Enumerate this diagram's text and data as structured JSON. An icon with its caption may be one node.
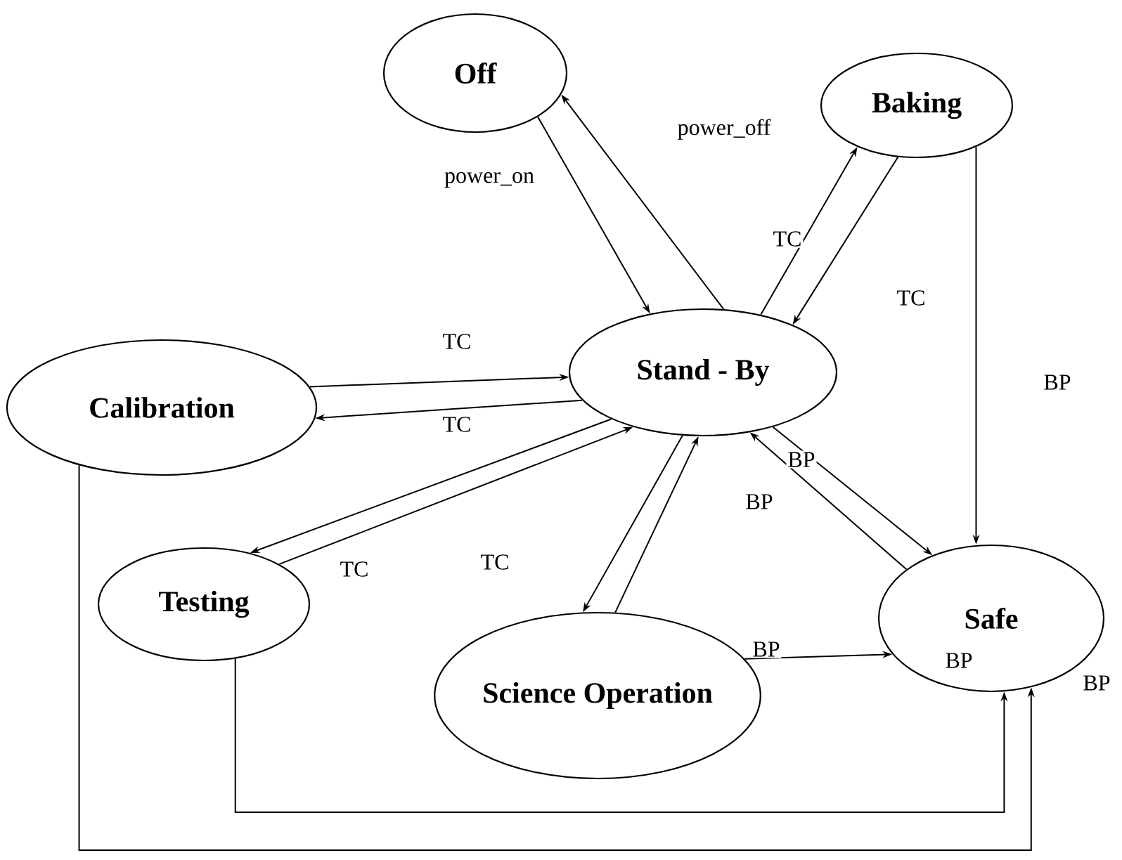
{
  "diagram": {
    "nodes": [
      {
        "text": [
          "Off"
        ]
      },
      {
        "text": [
          "Baking"
        ]
      },
      {
        "text": [
          "Stand - By"
        ]
      },
      {
        "text": [
          "Calibration"
        ]
      },
      {
        "text": [
          "Testing"
        ]
      },
      {
        "text": [
          "Science Operation"
        ]
      },
      {
        "text": [
          "Safe"
        ]
      }
    ],
    "edges": [
      {
        "from": 0,
        "to": 2,
        "arrow": "to",
        "label": "power_on"
      },
      {
        "from": 2,
        "to": 0,
        "arrow": "to",
        "label": "power_off"
      },
      {
        "from": 2,
        "to": 1,
        "arrow": "to",
        "label": "TC"
      },
      {
        "from": 1,
        "to": 2,
        "arrow": "to",
        "label": "TC"
      },
      {
        "from": 1,
        "to": 6,
        "arrow": "to",
        "label": "BP"
      },
      {
        "from": 3,
        "to": 2,
        "arrow": "to",
        "label": "TC"
      },
      {
        "from": 2,
        "to": 3,
        "arrow": "to",
        "label": "TC"
      },
      {
        "from": 2,
        "to": 4,
        "arrow": "to",
        "label": "TC"
      },
      {
        "from": 4,
        "to": 2,
        "arrow": "to",
        "label": "TC"
      },
      {
        "from": 2,
        "to": 5,
        "arrow": "to"
      },
      {
        "from": 5,
        "to": 2,
        "arrow": "to"
      },
      {
        "from": 2,
        "to": 6,
        "arrow": "to",
        "label": "BP"
      },
      {
        "from": 6,
        "to": 2,
        "arrow": "to",
        "label": "BP"
      },
      {
        "from": 5,
        "to": 6,
        "arrow": "to",
        "label": "BP"
      },
      {
        "from": 4,
        "to": 6,
        "arrow": "to",
        "label": "BP"
      },
      {
        "from": 3,
        "to": 6,
        "arrow": "to",
        "label": "BP"
      }
    ]
  }
}
